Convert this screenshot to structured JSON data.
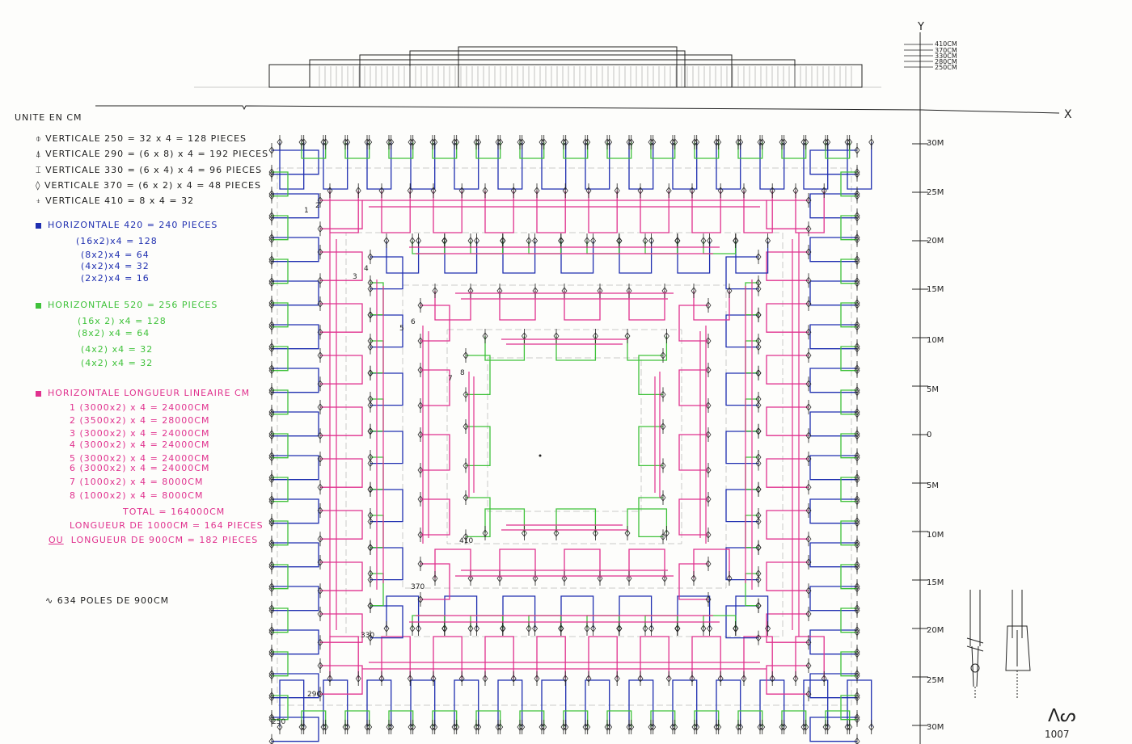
{
  "unit_header": "UNITE EN CM",
  "verticals": [
    {
      "symbol": "⌽",
      "text": "VERTICALE 250   = 32 x 4 = 128 PIECES"
    },
    {
      "symbol": "⍋",
      "text": "VERTICALE 290   = (6 x 8) x 4 = 192 PIECES"
    },
    {
      "symbol": "⌶",
      "text": "VERTICALE 330   = (6 x 4) x 4 = 96 PIECES"
    },
    {
      "symbol": "◊",
      "text": "VERTICALE 370   = (6 x 2) x 4 = 48 PIECES"
    },
    {
      "symbol": "⍖",
      "text": "VERTICALE 410   = 8 x 4 = 32"
    }
  ],
  "horizontal_420": {
    "title": "HORIZONTALE  420  =  240 PIECES",
    "color": "#1f2fb0",
    "lines": [
      "(16x2)x4 = 128",
      "(8x2)x4 = 64",
      "(4x2)x4 = 32",
      "(2x2)x4 = 16"
    ]
  },
  "horizontal_520": {
    "title": "HORIZONTALE  520  =  256 PIECES",
    "color": "#3fc23a",
    "lines": [
      "(16x 2) x4 = 128",
      "(8x2) x4 = 64",
      "(4x2) x4 = 32",
      "(4x2) x4 = 32"
    ]
  },
  "horizontal_linear": {
    "title": "HORIZONTALE  LONGUEUR LINEAIRE CM",
    "color": "#e0318e",
    "lines": [
      "1 (3000x2) x 4 = 24000CM",
      "2 (3500x2) x 4 = 28000CM",
      "3 (3000x2) x 4 = 24000CM",
      "4 (3000x2) x 4 = 24000CM",
      "5 (3000x2) x 4 = 24000CM",
      "6 (3000x2) x 4 = 24000CM",
      "7 (1000x2) x 4 = 8000CM",
      "8 (1000x2) x 4 = 8000CM"
    ],
    "total": "TOTAL = 164000CM",
    "length_1000": "LONGUEUR DE 1000CM = 164 PIECES",
    "or": "OU",
    "length_900": "LONGUEUR DE 900CM = 182 PIECES"
  },
  "poles": "∿  634 POLES DE 900CM",
  "elevation_heights": [
    "410CM",
    "370CM",
    "330CM",
    "280CM",
    "250CM"
  ],
  "axis": {
    "x_label": "X",
    "y_label": "Y",
    "ticks": [
      "30M",
      "25M",
      "20M",
      "15M",
      "10M",
      "5M",
      "0",
      "5M",
      "10M",
      "15M",
      "20M",
      "25M",
      "30M"
    ]
  },
  "plan_labels": [
    "1",
    "2",
    "3",
    "4",
    "5",
    "6",
    "7",
    "8",
    "410",
    "370",
    "330",
    "290",
    "250"
  ],
  "signature_year": "1007",
  "colors": {
    "blue": "#1f2fb0",
    "green": "#3fc23a",
    "pink": "#e0318e",
    "ink": "#222222"
  }
}
